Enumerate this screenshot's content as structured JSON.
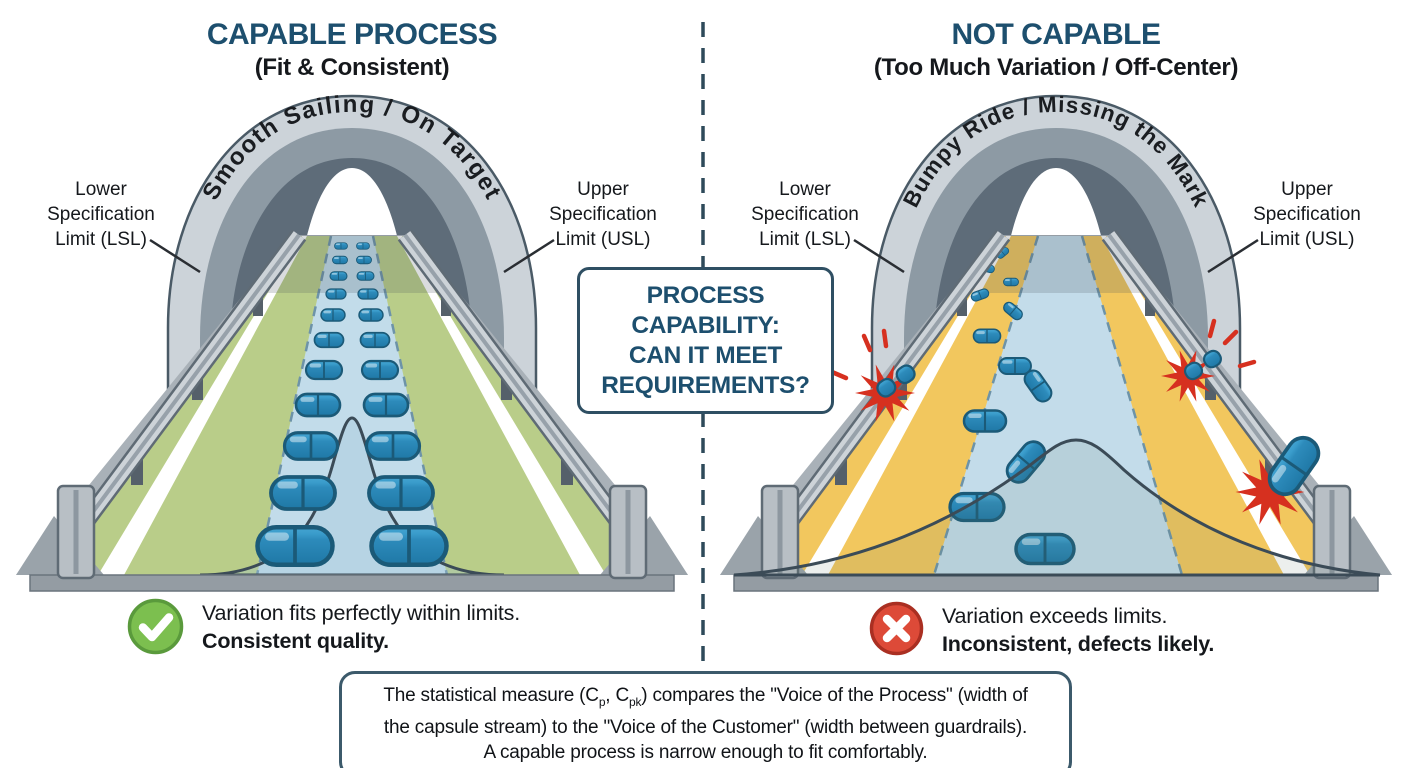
{
  "left_panel": {
    "title": "CAPABLE PROCESS",
    "subtitle": "(Fit & Consistent)",
    "arch_label": "Smooth Sailing / On Target",
    "lsl_lines": [
      "Lower",
      "Specification",
      "Limit (LSL)"
    ],
    "usl_lines": [
      "Upper",
      "Specification",
      "Limit (USL)"
    ],
    "caption": {
      "icon": "check-circle-icon",
      "line1": "Variation fits perfectly within limits.",
      "line2": "Consistent quality."
    }
  },
  "right_panel": {
    "title": "NOT CAPABLE",
    "subtitle": "(Too Much Variation / Off-Center)",
    "arch_label": "Bumpy Ride / Missing the Mark",
    "lsl_lines": [
      "Lower",
      "Specification",
      "Limit (LSL)"
    ],
    "usl_lines": [
      "Upper",
      "Specification",
      "Limit (USL)"
    ],
    "caption": {
      "icon": "x-circle-icon",
      "line1": "Variation exceeds limits.",
      "line2": "Inconsistent, defects likely."
    }
  },
  "center_box": {
    "lines": [
      "PROCESS",
      "CAPABILITY:",
      "CAN IT MEET",
      "REQUIREMENTS?"
    ]
  },
  "note_box": {
    "l1a": "The statistical measure (C",
    "l1sub1": "p",
    "l1b": ", C",
    "l1sub2": "pk",
    "l1c": ") compares the \"Voice of the Process\" (width of",
    "l2": "the capsule stream) to the \"Voice of the Customer\" (width between guardrails).",
    "l3": "A capable process is narrow enough to fit comfortably."
  },
  "colors": {
    "heading": "#1d4f6e",
    "box_border": "#2f4f63",
    "divider": "#2e4a5a",
    "capable_road_green": "#b9cd89",
    "not_capable_road_yellow": "#f2c75e",
    "capsule_blue": "#2d8bbb",
    "stream_blue": "#c2dcea",
    "tunnel_gray_outer": "#ccd3d9",
    "tunnel_gray_mid": "#8d9aa4",
    "tunnel_gray_inner": "#5e6c79",
    "success_green": "#7cbf4f",
    "error_red": "#dd4a38",
    "crash_red": "#d6301f"
  }
}
